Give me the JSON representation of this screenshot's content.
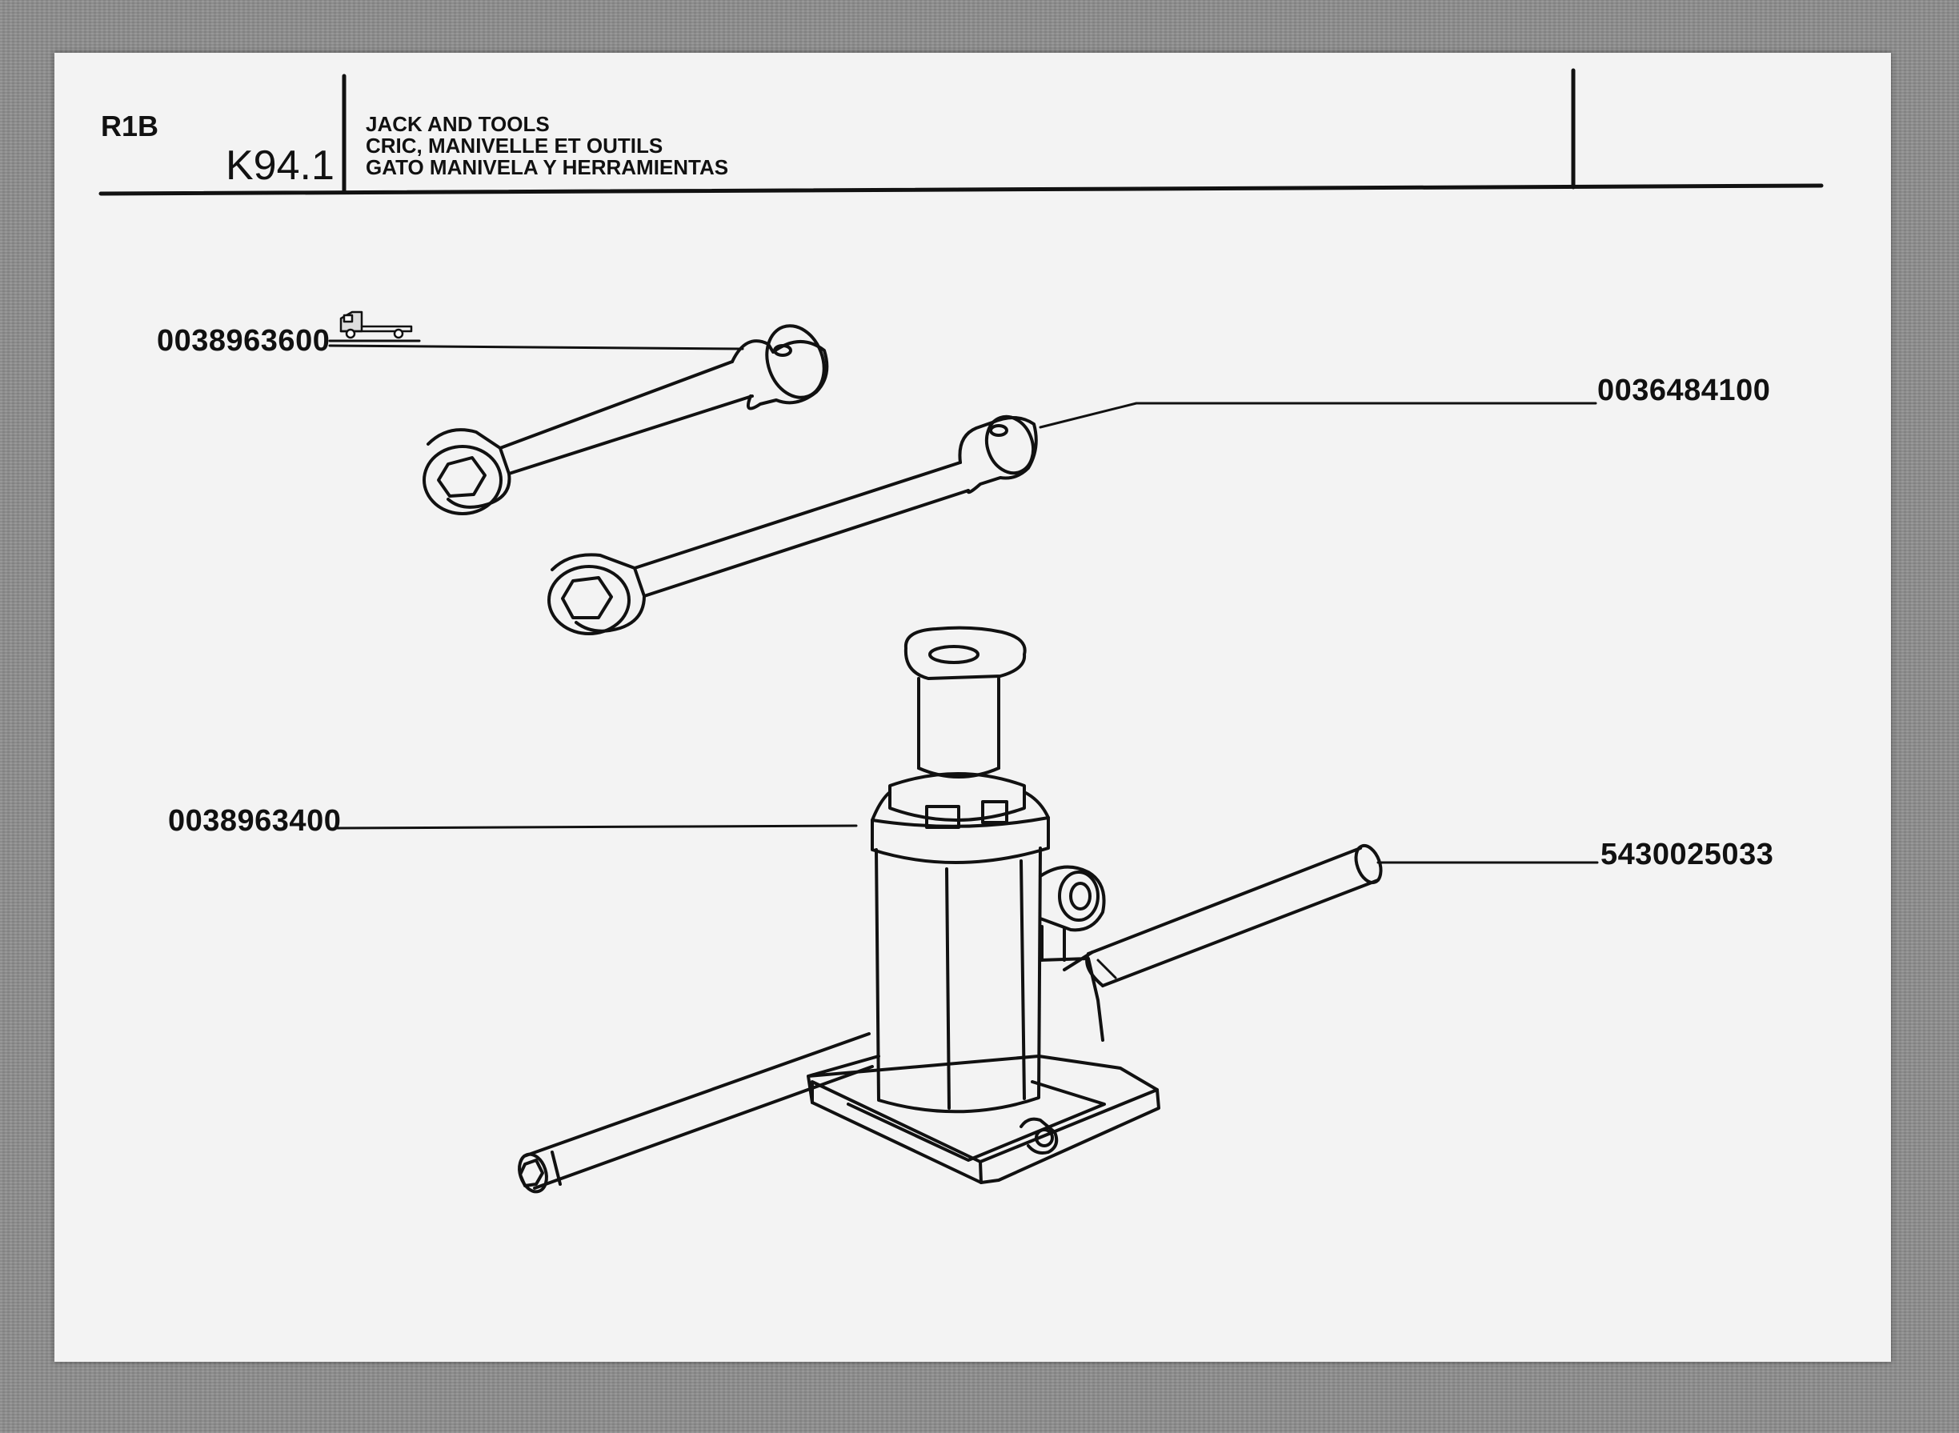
{
  "header": {
    "reference": "R1B",
    "page_code": "K94.1",
    "title_lines": [
      "JACK AND TOOLS",
      "CRIC, MANIVELLE ET OUTILS",
      "GATO MANIVELA Y HERRAMIENTAS"
    ]
  },
  "parts": {
    "wheel_wrench_a": "0038963600",
    "wheel_wrench_b": "0036484100",
    "bottle_jack": "0038963400",
    "jack_handle": "5430025033"
  },
  "icons": {
    "vehicle": "truck-icon"
  }
}
